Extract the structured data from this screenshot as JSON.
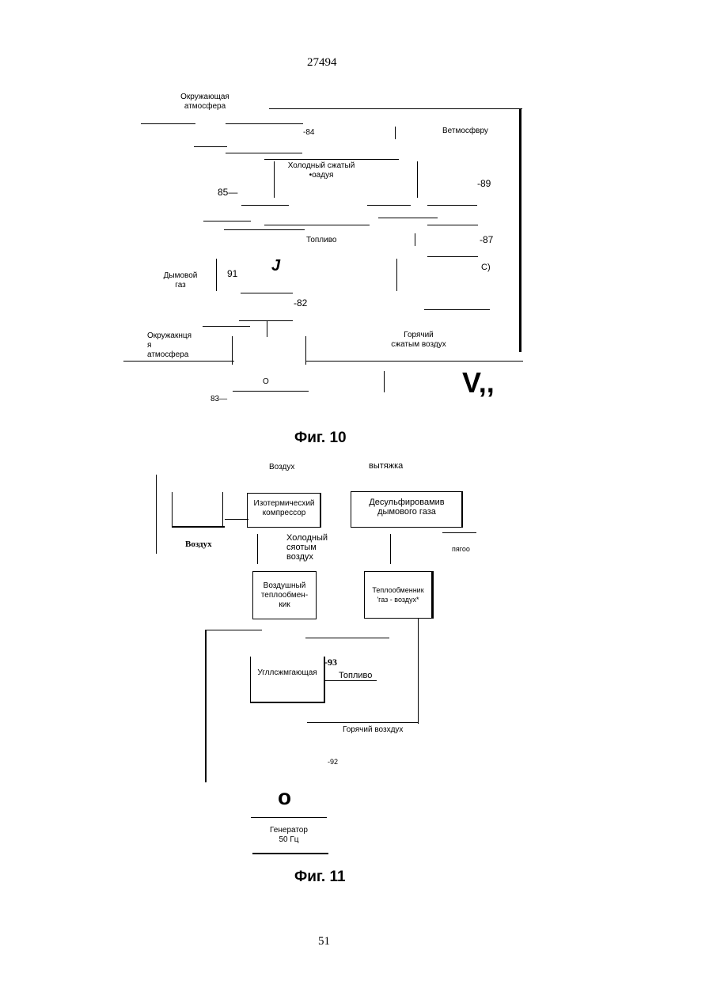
{
  "page": {
    "header_number": "27494",
    "footer_number": "51"
  },
  "fig10": {
    "caption": "Фиг. 10",
    "ambient_top": "Окружающая\nатмосфера",
    "ref_84": "-84",
    "vent_label": "Ветмосфвру",
    "cold_air": "Холодный сжатый\n•оадуя",
    "ref_85": "85—",
    "ref_89": "-89",
    "fuel": "Топливо",
    "ref_87": "-87",
    "flue_gas": "Дымовой\nгаз",
    "ref_91": "91",
    "glyph_j": "J",
    "glyph_c": "С)",
    "ref_82": "-82",
    "ambient_bottom": "Окружакнця\nя\nатмосфера",
    "hot_air": "Горячий\nсжатым воздух",
    "glyph_o": "О",
    "ref_83": "83—",
    "glyph_v": "V,,"
  },
  "fig11": {
    "caption": "Фиг. 11",
    "air_top": "Воздух",
    "exhaust": "вытяжка",
    "air_left": "Воздух",
    "compressor": "Изотермичесхий\nкомпрессор",
    "desulf": "Десульфировамив\nдымового газа",
    "cold_air": "Холодный\nсяотым\nвоздух",
    "pyagoo": "пягоо",
    "air_hx": "Воздушный\nтеплообмен-\nкик",
    "gas_hx": "Теплообменник\n'газ - воздух*",
    "combustor": "Угллсжмгающая",
    "ref_93": "-93",
    "fuel": "Топливо",
    "hot_air": "Горячий возхдух",
    "ref_92": "-92",
    "glyph_o": "o",
    "generator": "Генератор\n50 Гц"
  }
}
